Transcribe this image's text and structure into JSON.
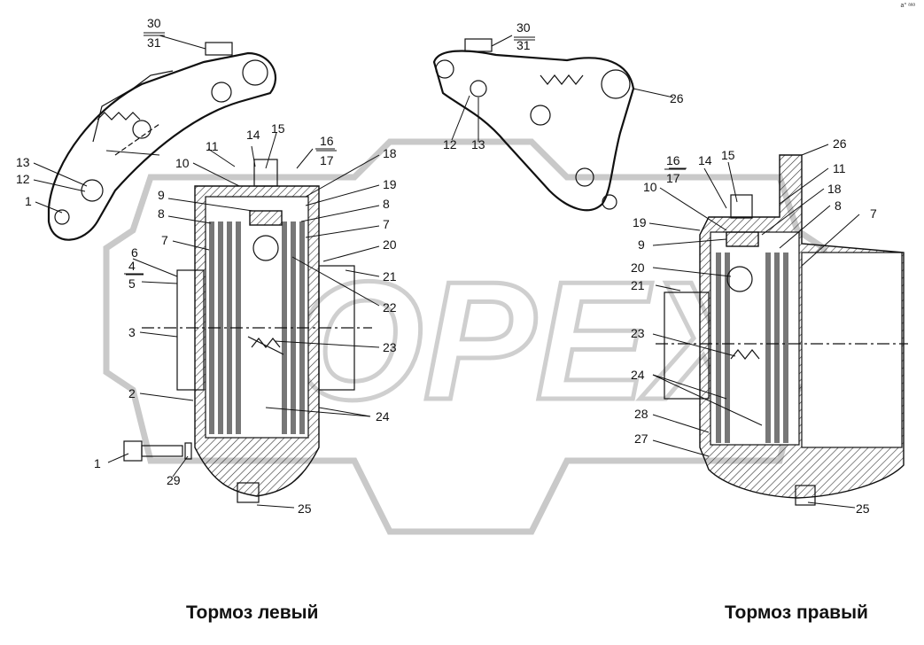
{
  "captions": {
    "left": "Тормоз левый",
    "right": "Тормоз правый"
  },
  "corner_mark": "a° ᵃᵃᵃ",
  "labels": {
    "left": {
      "l1a": "1",
      "l1b": "1",
      "l2": "2",
      "l3": "3",
      "l4": "4",
      "l5": "5",
      "l6": "6",
      "l7": "7",
      "l8a": "8",
      "l8b": "8",
      "l7b": "7",
      "l9": "9",
      "l10": "10",
      "l11": "11",
      "l12": "12",
      "l13": "13",
      "l14": "14",
      "l15": "15",
      "l16": "16",
      "l17": "17",
      "l18": "18",
      "l19": "19",
      "l20": "20",
      "l21": "21",
      "l22": "22",
      "l23": "23",
      "l24": "24",
      "l25": "25",
      "l29": "29",
      "l30": "30",
      "l31": "31"
    },
    "right": {
      "r30": "30",
      "r31": "31",
      "r26a": "26",
      "r12": "12",
      "r13": "13",
      "r26b": "26",
      "r15": "15",
      "r14": "14",
      "r16": "16",
      "r17": "17",
      "r11": "11",
      "r10": "10",
      "r18": "18",
      "r19": "19",
      "r9": "9",
      "r8": "8",
      "r7": "7",
      "r20": "20",
      "r21": "21",
      "r23": "23",
      "r24": "24",
      "r28": "28",
      "r27": "27",
      "r25": "25"
    }
  },
  "watermark": "OPEX"
}
